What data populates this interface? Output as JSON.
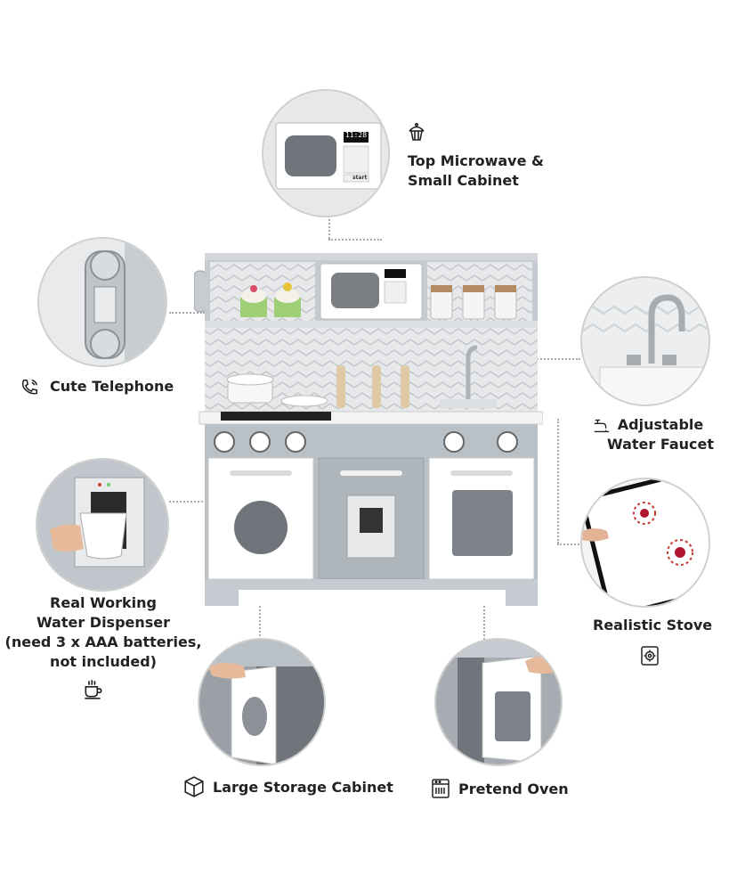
{
  "features": {
    "microwave": {
      "line1": "Top Microwave &",
      "line2": "Small Cabinet",
      "clock": "11:28",
      "start": "start"
    },
    "telephone": {
      "label": "Cute Telephone"
    },
    "faucet": {
      "line1": "Adjustable",
      "line2": "Water Faucet"
    },
    "dispenser": {
      "line1": "Real Working",
      "line2": "Water Dispenser",
      "line3": "(need 3 x AAA batteries,",
      "line4": "not included)"
    },
    "stove": {
      "label": "Realistic Stove"
    },
    "storage": {
      "label": "Large Storage Cabinet"
    },
    "oven": {
      "label": "Pretend Oven"
    }
  },
  "icons": [
    "cupcake-icon",
    "phone-icon",
    "faucet-icon",
    "coffee-cup-icon",
    "stove-icon",
    "box-icon",
    "oven-icon"
  ],
  "colors": {
    "kitchen_gray": "#b9c0c6",
    "door_white": "#ffffff",
    "text": "#222222",
    "accent_red": "#c0392b"
  }
}
